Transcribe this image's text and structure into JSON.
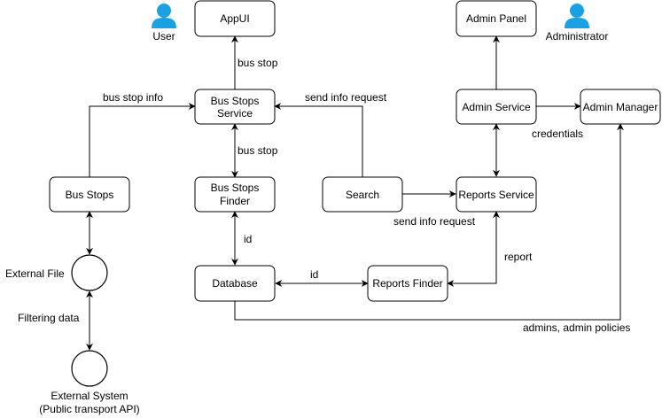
{
  "colors": {
    "line": "#000000",
    "node_fill": "#ffffff",
    "actor": "#1ba1e2"
  },
  "nodes": {
    "appui": "AppUI",
    "bus_stops_service": [
      "Bus Stops",
      "Service"
    ],
    "bus_stops_finder": [
      "Bus Stops",
      "Finder"
    ],
    "database": "Database",
    "bus_stops": "Bus Stops",
    "search": "Search",
    "reports_service": "Reports Service",
    "reports_finder": "Reports Finder",
    "admin_panel": "Admin Panel",
    "admin_service": "Admin Service",
    "admin_manager": "Admin Manager",
    "external_file": "External File",
    "external_system": [
      "External System",
      "(Public transport API)"
    ]
  },
  "actors": {
    "user": {
      "label": "User",
      "icon": "user-icon"
    },
    "administrator": {
      "label": "Administrator",
      "icon": "user-icon"
    }
  },
  "edges": {
    "bus_stop_up": "bus stop",
    "bus_stop_info": "bus stop info",
    "send_info_request_top": "send info request",
    "bus_stop_mid": "bus stop",
    "id_vertical": "id",
    "id_horizontal": "id",
    "send_info_request_bottom": "send info request",
    "credentials": "credentials",
    "report": "report",
    "filtering_data": "Filtering data",
    "admins_policies": "admins, admin policies"
  }
}
